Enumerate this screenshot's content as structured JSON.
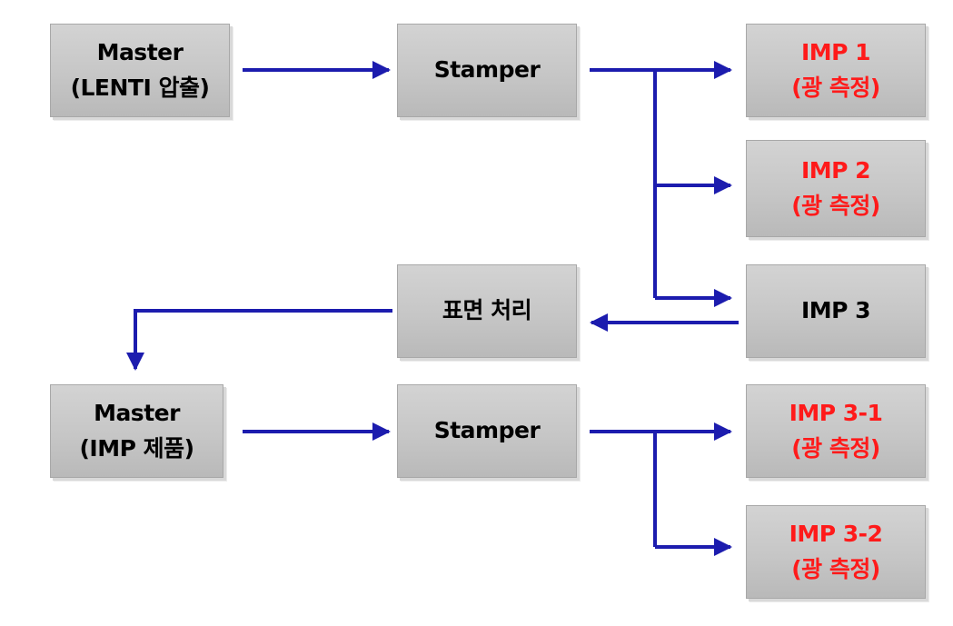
{
  "colors": {
    "arrow": "#1c1cae",
    "box_fill": "#c6c6c6",
    "highlight_text": "#ff1a1a"
  },
  "nodes": {
    "master1": {
      "line1": "Master",
      "line2": "(LENTI 압출)"
    },
    "stamper1": {
      "label": "Stamper"
    },
    "imp1": {
      "line1": "IMP 1",
      "line2": "(광 측정)"
    },
    "imp2": {
      "line1": "IMP 2",
      "line2": "(광 측정)"
    },
    "imp3": {
      "label": "IMP 3"
    },
    "surface": {
      "label": "표면 처리"
    },
    "master2": {
      "line1": "Master",
      "line2": "(IMP 제품)"
    },
    "stamper2": {
      "label": "Stamper"
    },
    "imp31": {
      "line1": "IMP 3-1",
      "line2": "(광 측정)"
    },
    "imp32": {
      "line1": "IMP 3-2",
      "line2": "(광 측정)"
    }
  }
}
